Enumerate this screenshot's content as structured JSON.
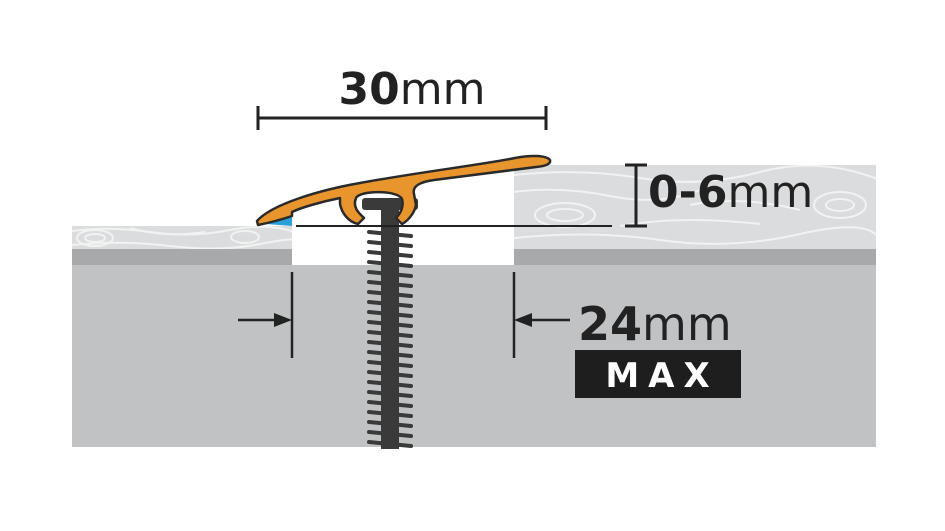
{
  "width_dimension": {
    "value": "30",
    "unit": "mm"
  },
  "height_dimension": {
    "value": "0-6",
    "unit": "mm"
  },
  "gap_dimension": {
    "value": "24",
    "unit": "mm"
  },
  "gap_limit_badge": "MAX",
  "colors": {
    "profile": "#e9952d",
    "profile_outline": "#2a2a2a",
    "adhesive": "#2b9fd9",
    "subfloor": "#c0c2c4",
    "underlay": "#a7a9ab",
    "floor_board": "#dadcdd",
    "wood_grain": "#f1f2f2",
    "screw": "#3a3a3a",
    "dimension_line": "#222222",
    "badge_background": "#1e1e1e"
  }
}
